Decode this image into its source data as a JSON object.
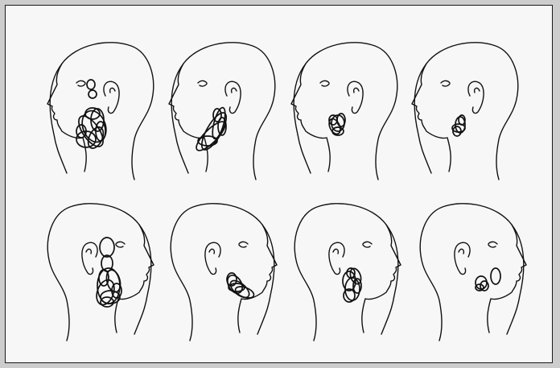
{
  "figure": {
    "ink_color": "#111111",
    "paper_color": "#f7f7f7",
    "background_color": "#cdcdcd",
    "rows": [
      {
        "row": "top",
        "heads": [
          {
            "facing": "left",
            "pain_region": "cheek-jaw-temple"
          },
          {
            "facing": "left",
            "pain_region": "lower-jaw"
          },
          {
            "facing": "left",
            "pain_region": "pre-auricular"
          },
          {
            "facing": "left",
            "pain_region": "pre-auricular-jaw"
          }
        ]
      },
      {
        "row": "bottom",
        "heads": [
          {
            "facing": "right",
            "pain_region": "temple-cheek-jaw"
          },
          {
            "facing": "right",
            "pain_region": "cheek-jaw"
          },
          {
            "facing": "right",
            "pain_region": "pre-auricular-jaw"
          },
          {
            "facing": "right",
            "pain_region": "cheek"
          }
        ]
      }
    ]
  }
}
